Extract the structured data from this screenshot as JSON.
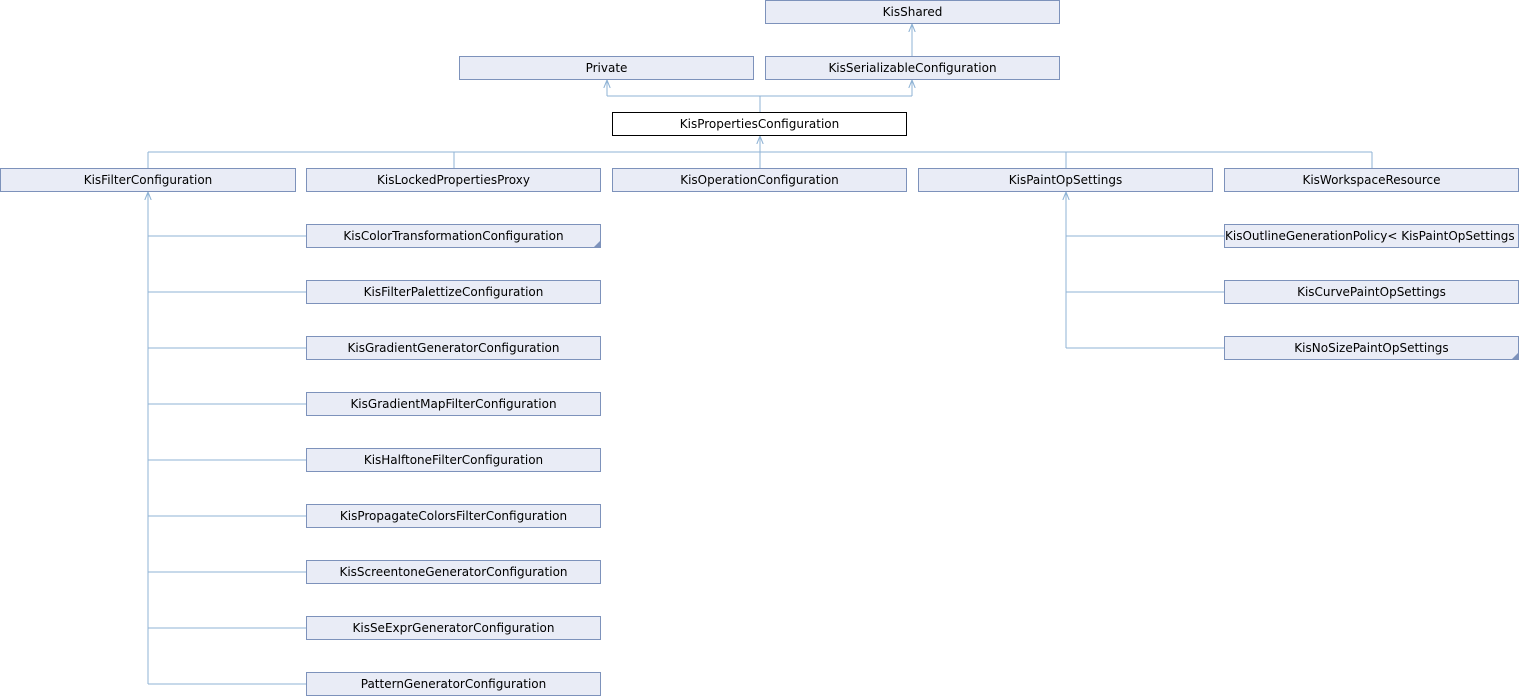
{
  "colors": {
    "node_fill": "#e9ecf6",
    "node_border": "#7d92bb",
    "edge": "#8fb3d5",
    "current_border": "#000000"
  },
  "nodes": {
    "kis_shared": "KisShared",
    "private": "Private",
    "kis_serializable_configuration": "KisSerializableConfiguration",
    "kis_properties_configuration": "KisPropertiesConfiguration",
    "kis_filter_configuration": "KisFilterConfiguration",
    "kis_locked_properties_proxy": "KisLockedPropertiesProxy",
    "kis_operation_configuration": "KisOperationConfiguration",
    "kis_paint_op_settings": "KisPaintOpSettings",
    "kis_workspace_resource": "KisWorkspaceResource",
    "kis_color_transformation_configuration": "KisColorTransformationConfiguration",
    "kis_filter_palettize_configuration": "KisFilterPalettizeConfiguration",
    "kis_gradient_generator_configuration": "KisGradientGeneratorConfiguration",
    "kis_gradient_map_filter_configuration": "KisGradientMapFilterConfiguration",
    "kis_halftone_filter_configuration": "KisHalftoneFilterConfiguration",
    "kis_propagate_colors_filter_configuration": "KisPropagateColorsFilterConfiguration",
    "kis_screentone_generator_configuration": "KisScreentoneGeneratorConfiguration",
    "kis_seexpr_generator_configuration": "KisSeExprGeneratorConfiguration",
    "pattern_generator_configuration": "PatternGeneratorConfiguration",
    "kis_outline_generation_policy": "KisOutlineGenerationPolicy< KisPaintOpSettings >",
    "kis_curve_paint_op_settings": "KisCurvePaintOpSettings",
    "kis_no_size_paint_op_settings": "KisNoSizePaintOpSettings"
  }
}
